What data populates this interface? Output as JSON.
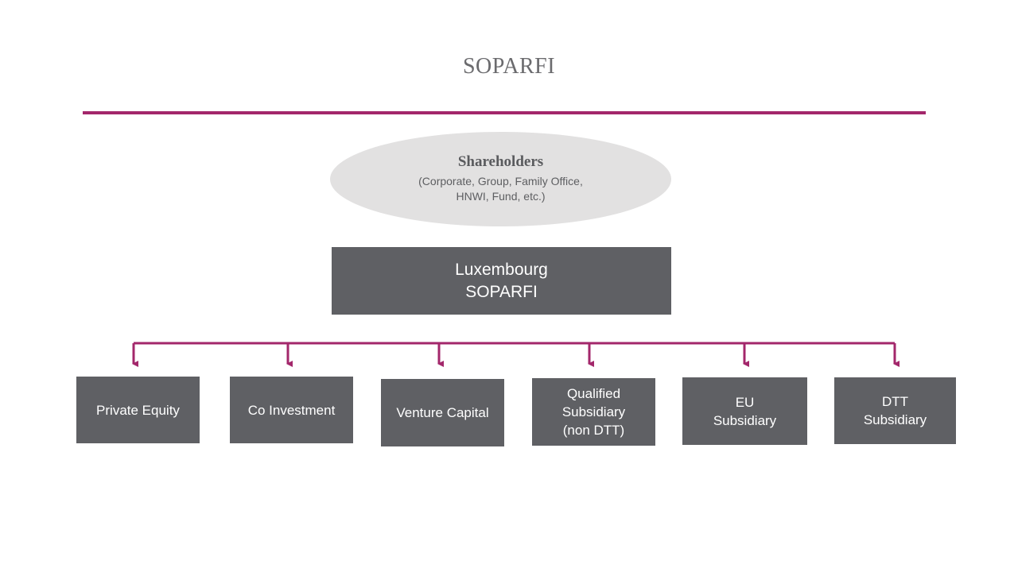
{
  "title": "SOPARFI",
  "shareholders": {
    "heading": "Shareholders",
    "description": "(Corporate, Group, Family Office, HNWI, Fund, etc.)"
  },
  "main_entity": {
    "line1": "Luxembourg",
    "line2": "SOPARFI"
  },
  "children": [
    {
      "label": "Private Equity"
    },
    {
      "label": "Co Investment"
    },
    {
      "label": "Venture Capital"
    },
    {
      "label": "Qualified\nSubsidiary\n(non DTT)"
    },
    {
      "label": "EU\nSubsidiary"
    },
    {
      "label": "DTT\nSubsidiary"
    }
  ],
  "colors": {
    "accent": "#a3276b",
    "box": "#5f6064",
    "ellipse": "#e2e1e1",
    "text_on_box": "#ffffff",
    "title_text": "#6b6b6e"
  }
}
